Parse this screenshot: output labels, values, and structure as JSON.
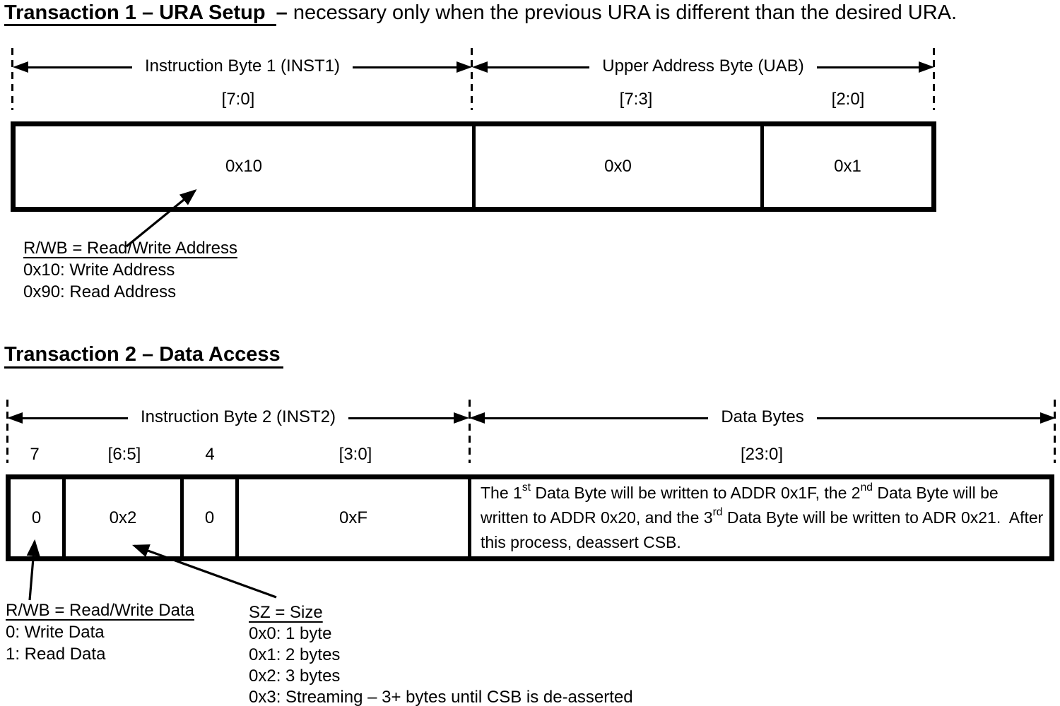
{
  "figure": {
    "ink": "#000000",
    "background": "#ffffff"
  },
  "transaction1": {
    "heading": "Transaction 1 – URA Setup ",
    "heading_dash": "– ",
    "heading_rest": "necessary only when the previous URA is different than the desired URA.",
    "spans": [
      {
        "label": "Instruction Byte 1 (INST1)"
      },
      {
        "label": "Upper Address Byte (UAB)"
      }
    ],
    "bit_labels": [
      "[7:0]",
      "[7:3]",
      "[2:0]"
    ],
    "cells": [
      "0x10",
      "0x0",
      "0x1"
    ],
    "note": {
      "heading": "R/WB = Read/Write Address",
      "lines": [
        "0x10: Write Address",
        "0x90: Read Address"
      ]
    }
  },
  "transaction2": {
    "heading": "Transaction 2 – Data Access",
    "spans": [
      {
        "label": "Instruction Byte 2 (INST2)"
      },
      {
        "label": "Data Bytes"
      }
    ],
    "bit_labels": [
      "7",
      "[6:5]",
      "4",
      "[3:0]",
      "[23:0]"
    ],
    "cells": [
      "0",
      "0x2",
      "0",
      "0xF"
    ],
    "data_note_segments": [
      {
        "t": "The 1"
      },
      {
        "sup": "st"
      },
      {
        "t": " Data Byte will be written to ADDR 0x1F, the 2"
      },
      {
        "sup": "nd"
      },
      {
        "t": " Data Byte will be written to ADDR 0x20, and the 3"
      },
      {
        "sup": "rd"
      },
      {
        "t": " Data Byte will be written to ADR 0x21.  After this process, deassert CSB."
      }
    ],
    "note_rwb": {
      "heading": "R/WB = Read/Write Data",
      "lines": [
        "0: Write Data",
        "1: Read Data"
      ]
    },
    "note_sz": {
      "heading": "SZ = Size",
      "lines": [
        "0x0: 1 byte",
        "0x1: 2 bytes",
        "0x2: 3 bytes",
        "0x3: Streaming – 3+ bytes until CSB is de-asserted"
      ]
    }
  }
}
